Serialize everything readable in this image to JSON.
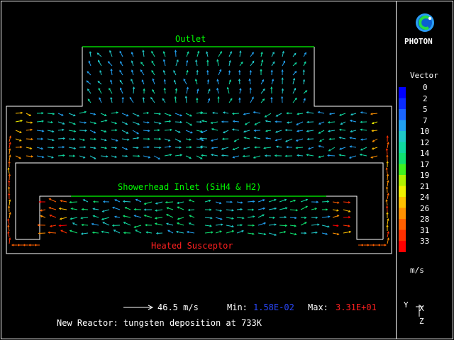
{
  "brand": {
    "name": "PHOTON"
  },
  "labels": {
    "outlet": "Outlet",
    "inlet": "Showerhead Inlet (SiH4 & H2)",
    "susceptor": "Heated Susceptor"
  },
  "legend": {
    "title": "Vector",
    "unit": "m/s",
    "values": [
      "0",
      "2",
      "5",
      "7",
      "10",
      "12",
      "14",
      "17",
      "19",
      "21",
      "24",
      "26",
      "28",
      "31",
      "33"
    ],
    "colors": [
      "#0000ff",
      "#0a2cff",
      "#1a66ff",
      "#22a0f0",
      "#20c8c8",
      "#10d8a0",
      "#10e070",
      "#40f020",
      "#b0f000",
      "#f0f000",
      "#ffc000",
      "#ff9000",
      "#ff6000",
      "#ff3000",
      "#ff0000"
    ]
  },
  "stats": {
    "scale_text": "46.5 m/s",
    "min_label": "Min:",
    "min_value": "1.58E-02",
    "max_label": "Max:",
    "max_value": "3.31E+01"
  },
  "caption": "New Reactor: tungsten deposition at 733K",
  "axes": {
    "y": "Y",
    "x": "X",
    "z": "Z"
  },
  "colors": {
    "outline": "#ffffff",
    "outlet_line": "#00ff00",
    "inlet_line": "#00ff00",
    "susceptor_text": "#ff2020",
    "background": "#000000"
  }
}
